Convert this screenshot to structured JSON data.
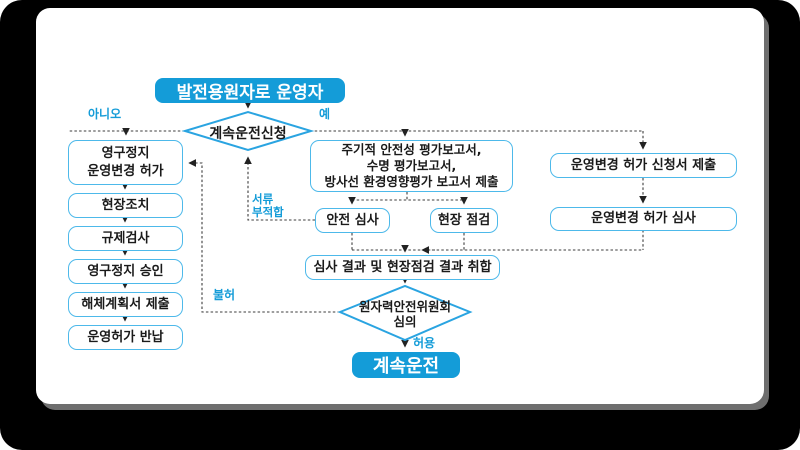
{
  "colors": {
    "frame": "#000000",
    "panel": "#ffffff",
    "accent_blue": "#149cd8",
    "box_border_blue": "#4db9ea",
    "diamond_border_blue": "#2aa4e1",
    "connector_gray": "#3c3c3c",
    "text_black": "#1a1a1a"
  },
  "flow": {
    "title": "발전용원자로 운영자",
    "apply_decision": "계속운전신청",
    "labels": {
      "no": "아니오",
      "yes": "예",
      "doc_reject": "서류\n부적합",
      "deny": "불허",
      "allow": "허용"
    },
    "left_steps": [
      "영구정지\n운영변경 허가",
      "현장조치",
      "규제검사",
      "영구정지 승인",
      "해체계획서 제출",
      "운영허가 반납"
    ],
    "reports": "주기적 안전성 평가보고서,\n수명 평가보고서,\n방사선 환경영향평가 보고서 제출",
    "safety_review": "안전 심사",
    "site_inspection": "현장 점검",
    "results": "심사 결과 및 현장점검 결과 취합",
    "committee": "원자력안전위원회\n심의",
    "continue": "계속운전",
    "right_steps": [
      "운영변경 허가 신청서 제출",
      "운영변경 허가 심사"
    ]
  }
}
